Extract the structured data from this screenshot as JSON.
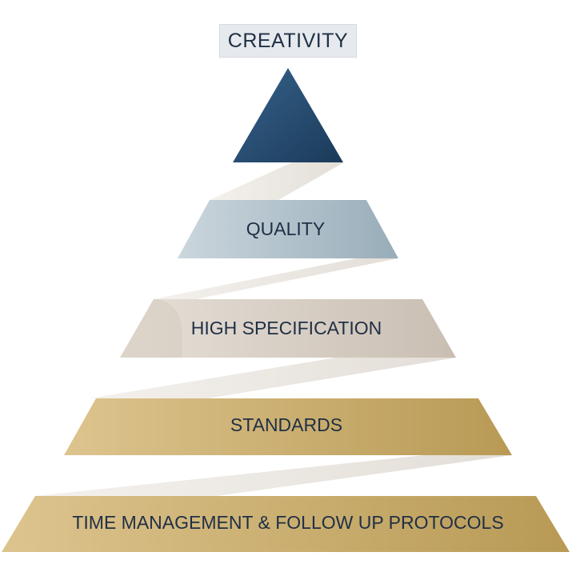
{
  "pyramid": {
    "top_label": "CREATIVITY",
    "levels": [
      {
        "label": "QUALITY"
      },
      {
        "label": "HIGH SPECIFICATION"
      },
      {
        "label": "STANDARDS"
      },
      {
        "label": "TIME MANAGEMENT & FOLLOW UP PROTOCOLS"
      }
    ]
  },
  "colors": {
    "apex_dark": "#1b3a5a",
    "apex_light": "#36628a",
    "quality_light": "#cbd6dd",
    "quality_dark": "#98adb9",
    "spec_light": "#e6e0d8",
    "spec_dark": "#c9beb2",
    "gold_light": "#ddc48e",
    "gold_dark": "#b89a55",
    "ribbon": "#ede9e4",
    "text": "#1f2f45"
  }
}
